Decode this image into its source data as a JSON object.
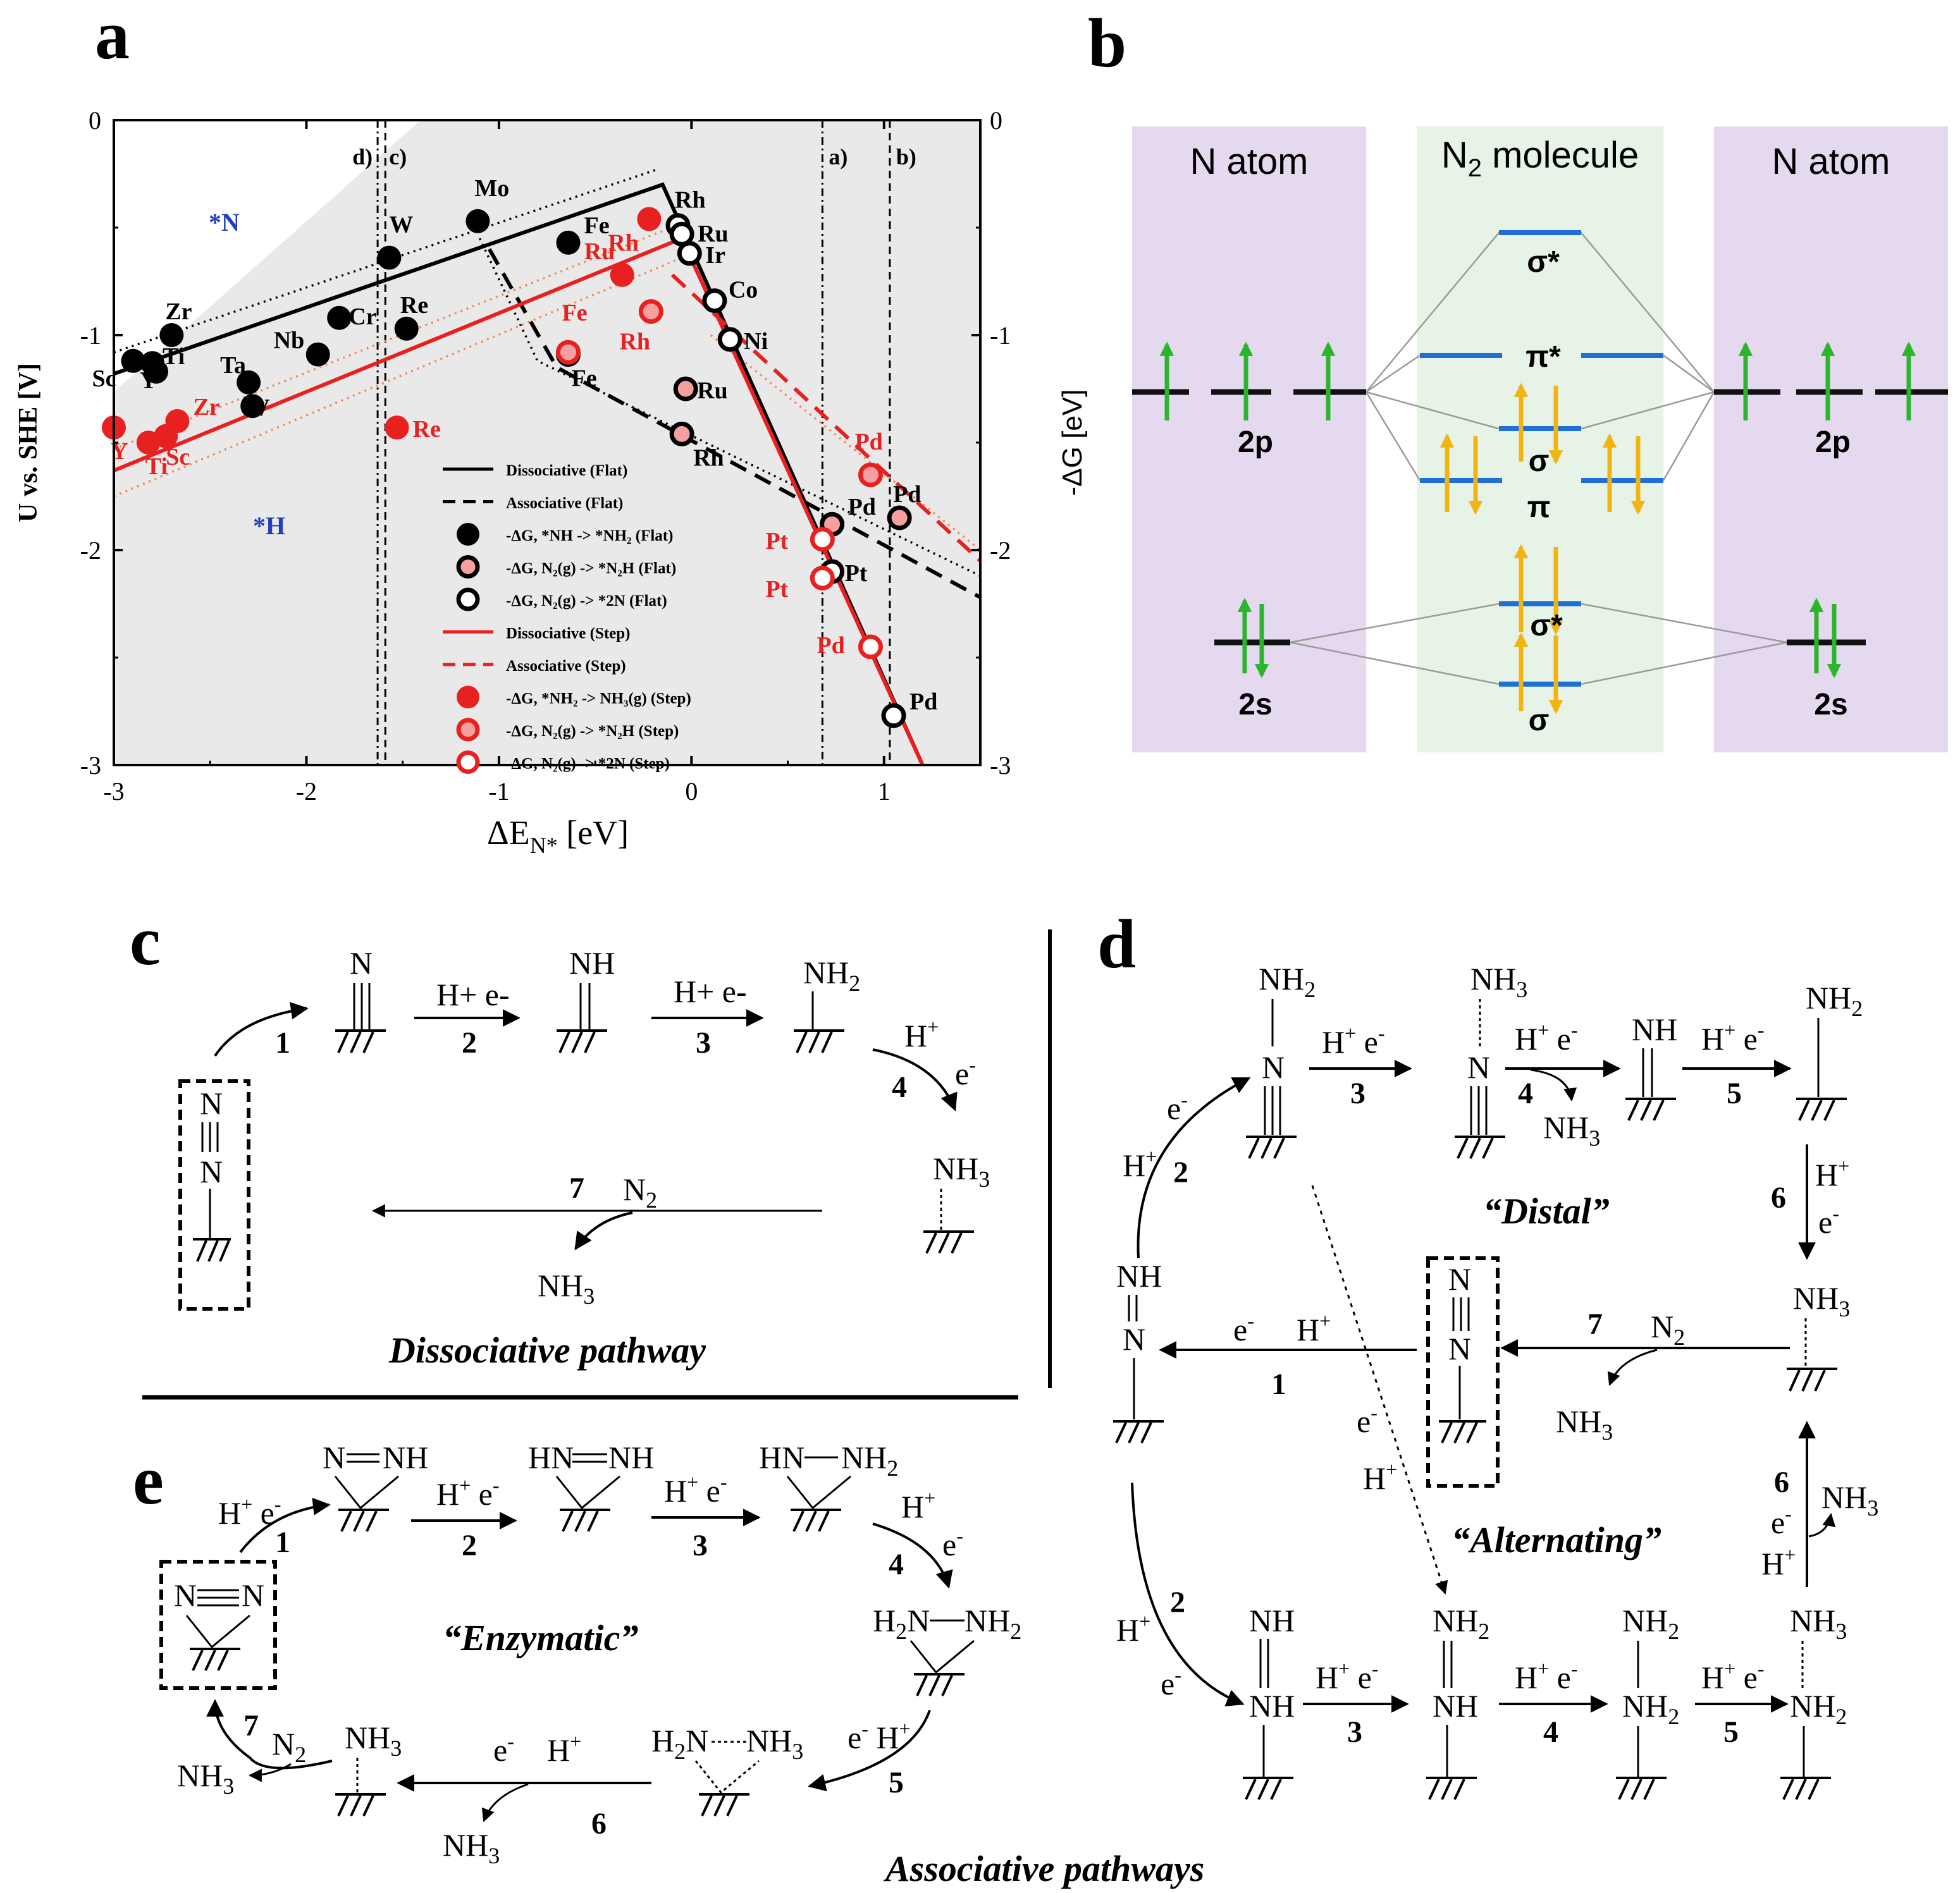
{
  "panel_labels": {
    "a": "a",
    "b": "b",
    "c": "c",
    "d": "d",
    "e": "e"
  },
  "chart_data": {
    "type": "scatter",
    "xlabel": "ΔE",
    "xlabel_sub": "N*",
    "xlabel_unit": " [eV]",
    "ylabel": "U vs. SHE [V]",
    "xlim": [
      -3,
      1.5
    ],
    "ylim": [
      -3,
      0
    ],
    "x_ticks": [
      "-3",
      "-2",
      "-1",
      "0",
      "1"
    ],
    "y_ticks": [
      "0",
      "-1",
      "-2",
      "-3"
    ],
    "region_labels": {
      "N": "*N",
      "H": "*H"
    },
    "vertical_line_labels": [
      "d)",
      "c)",
      "a)",
      "b)"
    ],
    "vertical_lines_x": [
      -1.63,
      -1.59,
      0.68,
      1.03
    ],
    "black_flat_points": [
      {
        "label": "Sc",
        "x": -2.9,
        "y": -1.12
      },
      {
        "label": "Y",
        "x": -2.8,
        "y": -1.13
      },
      {
        "label": "Ti",
        "x": -2.78,
        "y": -1.17
      },
      {
        "label": "Zr",
        "x": -2.7,
        "y": -1.0
      },
      {
        "label": "Ta",
        "x": -2.3,
        "y": -1.22
      },
      {
        "label": "V",
        "x": -2.28,
        "y": -1.33
      },
      {
        "label": "Nb",
        "x": -1.94,
        "y": -1.09
      },
      {
        "label": "Cr",
        "x": -1.83,
        "y": -0.92
      },
      {
        "label": "W",
        "x": -1.57,
        "y": -0.64
      },
      {
        "label": "Re",
        "x": -1.48,
        "y": -0.97
      },
      {
        "label": "Mo",
        "x": -1.11,
        "y": -0.47
      },
      {
        "label": "Fe",
        "x": -0.64,
        "y": -0.57
      }
    ],
    "black_n2h_points": [
      {
        "label": "Fe",
        "x": -0.64,
        "y": -1.09
      },
      {
        "label": "Ru",
        "x": -0.03,
        "y": -1.25
      },
      {
        "label": "Rh",
        "x": -0.05,
        "y": -1.46
      },
      {
        "label": "Pd",
        "x": 0.73,
        "y": -1.88
      },
      {
        "label": "Pd",
        "x": 1.08,
        "y": -1.85
      }
    ],
    "black_2n_points": [
      {
        "label": "Rh",
        "x": -0.07,
        "y": -0.49
      },
      {
        "label": "Ru",
        "x": -0.05,
        "y": -0.53
      },
      {
        "label": "Ir",
        "x": -0.01,
        "y": -0.62
      },
      {
        "label": "Co",
        "x": 0.12,
        "y": -0.84
      },
      {
        "label": "Ni",
        "x": 0.2,
        "y": -1.02
      },
      {
        "label": "Pt",
        "x": 0.73,
        "y": -2.1
      },
      {
        "label": "Pd",
        "x": 1.05,
        "y": -2.77
      }
    ],
    "red_step_points": [
      {
        "label": "Y",
        "x": -3.0,
        "y": -1.43
      },
      {
        "label": "Ti",
        "x": -2.82,
        "y": -1.5
      },
      {
        "label": "Sc",
        "x": -2.73,
        "y": -1.47
      },
      {
        "label": "Zr",
        "x": -2.67,
        "y": -1.4
      },
      {
        "label": "Re",
        "x": -1.53,
        "y": -1.43
      },
      {
        "label": "Ru",
        "x": -0.36,
        "y": -0.72
      },
      {
        "label": "Rh",
        "x": -0.22,
        "y": -0.46
      }
    ],
    "red_n2h_points": [
      {
        "label": "Fe",
        "x": -0.64,
        "y": -1.08
      },
      {
        "label": "Rh",
        "x": -0.21,
        "y": -0.89
      },
      {
        "label": "Pd",
        "x": 0.93,
        "y": -1.65
      }
    ],
    "red_2n_points": [
      {
        "label": "Pt",
        "x": 0.68,
        "y": -1.95
      },
      {
        "label": "Pt",
        "x": 0.68,
        "y": -2.13
      },
      {
        "label": "Pd",
        "x": 0.93,
        "y": -2.45
      }
    ],
    "lines": [
      {
        "name": "Dissociative (Flat)",
        "color": "#000000",
        "dash": "solid",
        "points": [
          [
            -3,
            -1.18
          ],
          [
            -0.15,
            -0.3
          ],
          [
            1.2,
            -3.0
          ]
        ]
      },
      {
        "name": "Associative (Flat)",
        "color": "#000000",
        "dash": "dashed",
        "points": [
          [
            -1.05,
            -0.6
          ],
          [
            -0.7,
            -1.15
          ],
          [
            1.5,
            -2.22
          ]
        ]
      },
      {
        "name": "Dissociative (Step)",
        "color": "#e8201f",
        "dash": "solid",
        "points": [
          [
            -3,
            -1.63
          ],
          [
            -0.05,
            -0.55
          ],
          [
            1.2,
            -3.0
          ]
        ]
      },
      {
        "name": "Associative (Step)",
        "color": "#e8201f",
        "dash": "dashed",
        "points": [
          [
            -0.1,
            -0.72
          ],
          [
            1.5,
            -2.05
          ]
        ]
      }
    ],
    "dotted_lines": [
      {
        "color": "#000000",
        "points": [
          [
            -3,
            -1.08
          ],
          [
            -0.18,
            -0.23
          ]
        ]
      },
      {
        "color": "#000000",
        "points": [
          [
            -1.1,
            -0.55
          ],
          [
            -0.8,
            -1.12
          ],
          [
            1.5,
            -2.12
          ]
        ]
      },
      {
        "color": "#f58a5c",
        "points": [
          [
            -3,
            -1.53
          ],
          [
            -0.05,
            -0.48
          ]
        ]
      },
      {
        "color": "#f58a5c",
        "points": [
          [
            -3,
            -1.75
          ],
          [
            -0.05,
            -0.64
          ]
        ]
      },
      {
        "color": "#f58a5c",
        "points": [
          [
            0.1,
            -1.0
          ],
          [
            1.5,
            -2.0
          ]
        ]
      }
    ],
    "legend": [
      {
        "text": "Dissociative (Flat)",
        "kind": "line-solid",
        "color": "#000000"
      },
      {
        "text": "Associative (Flat)",
        "kind": "line-dashed",
        "color": "#000000"
      },
      {
        "text": "-ΔG, *NH -> *NH₂ (Flat)",
        "kind": "dot",
        "color": "#000000"
      },
      {
        "text": "-ΔG, N₂(g) -> *N₂H (Flat)",
        "kind": "pink-ring",
        "color": "#000000"
      },
      {
        "text": "-ΔG, N₂(g) -> *2N (Flat)",
        "kind": "ring",
        "color": "#000000"
      },
      {
        "text": "Dissociative (Step)",
        "kind": "line-solid",
        "color": "#e8201f"
      },
      {
        "text": "Associative (Step)",
        "kind": "line-dashed",
        "color": "#e8201f"
      },
      {
        "text": "-ΔG, *NH₂ -> NH₃(g) (Step)",
        "kind": "dot",
        "color": "#e8201f"
      },
      {
        "text": "-ΔG, N₂(g) -> *N₂H (Step)",
        "kind": "pink-ring",
        "color": "#e8201f"
      },
      {
        "text": "-ΔG, N₂(g) -> *2N (Step)",
        "kind": "ring",
        "color": "#e8201f"
      }
    ]
  },
  "mo_diagram": {
    "left_title": "N atom",
    "center_title": "N",
    "center_title_sub": "2",
    "center_title_rest": " molecule",
    "right_title": "N atom",
    "ylabel": "-ΔG [eV]",
    "labels": {
      "two_p_left": "2p",
      "two_p_right": "2p",
      "two_s_left": "2s",
      "two_s_right": "2s",
      "sigma_star_top": "σ*",
      "pi_star": "π*",
      "sigma_p": "σ",
      "pi": "π",
      "sigma_star_s": "σ*",
      "sigma_s": "σ"
    },
    "colors": {
      "atom_bg": "#e4d9ee",
      "molecule_bg": "#e6f3e6",
      "mo_level": "#1f6fd4",
      "up_arrow": "#2ab52a",
      "electron_arrow": "#f2b410"
    }
  },
  "scheme_c": {
    "n": "N",
    "nh": "NH",
    "nh2": "NH",
    "h_e": "H+ e-",
    "h_plus": "H+",
    "e_minus": "e-",
    "nh3": "NH",
    "n2": "N",
    "steps": [
      "1",
      "2",
      "3",
      "4",
      "7"
    ],
    "caption": "Dissociative pathway"
  },
  "scheme_d": {
    "distal_label": "“Distal”",
    "alternating_label": "“Alternating”",
    "steps": [
      "1",
      "2",
      "3",
      "4",
      "5",
      "6",
      "7",
      "2",
      "3",
      "4",
      "5",
      "6"
    ]
  },
  "scheme_e": {
    "enzymatic_label": "“Enzymatic”",
    "steps": [
      "1",
      "2",
      "3",
      "4",
      "5",
      "6",
      "7"
    ],
    "caption": "Associative pathways"
  }
}
